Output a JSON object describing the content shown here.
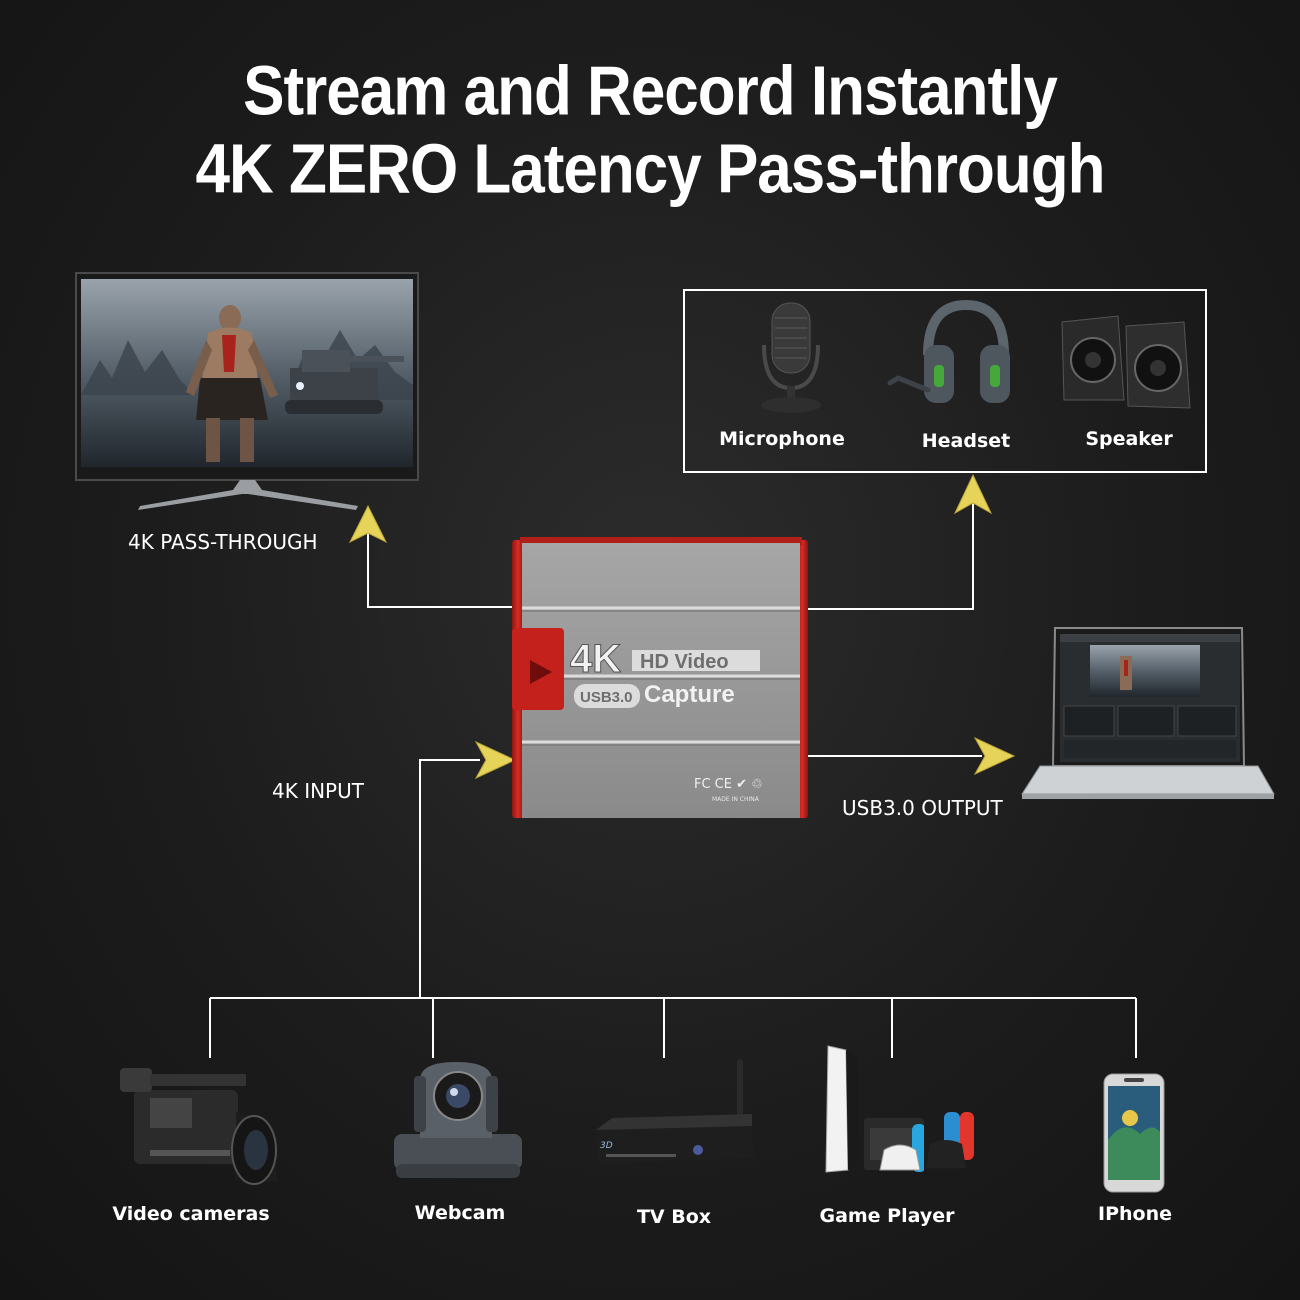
{
  "headline": {
    "line1": "Stream and Record Instantly",
    "line2": "4K ZERO Latency Pass-through"
  },
  "labels": {
    "pass_through": "4K PASS-THROUGH",
    "input": "4K INPUT",
    "output": "USB3.0 OUTPUT"
  },
  "audio_devices": [
    {
      "name": "Microphone",
      "icon": "microphone-icon"
    },
    {
      "name": "Headset",
      "icon": "headset-icon"
    },
    {
      "name": "Speaker",
      "icon": "speaker-icon"
    }
  ],
  "capture_device": {
    "badge": "4K",
    "line1": "HD Video",
    "usb": "USB3.0",
    "line2": "Capture",
    "certs": "FC CE ✔ ♲",
    "made_in": "MADE IN CHINA"
  },
  "sources": [
    {
      "name": "Video cameras",
      "icon": "video-camera-icon"
    },
    {
      "name": "Webcam",
      "icon": "webcam-icon"
    },
    {
      "name": "TV Box",
      "icon": "tv-box-icon"
    },
    {
      "name": "Game Player",
      "icon": "game-console-icon"
    },
    {
      "name": "IPhone",
      "icon": "iphone-icon"
    }
  ],
  "colors": {
    "arrow": "#e6d35a",
    "line": "#ffffff",
    "device_red": "#c4201c",
    "device_body": "#9a9a9a"
  }
}
